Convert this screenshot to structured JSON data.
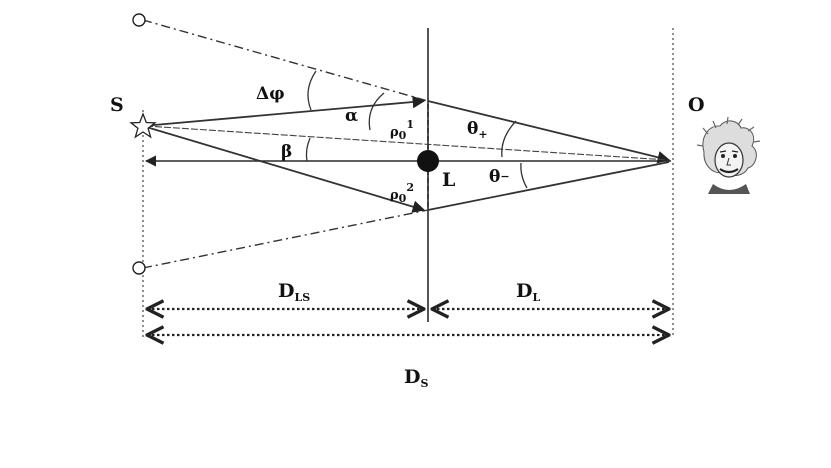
{
  "labels": {
    "source": "S",
    "observer": "O",
    "lens": "L",
    "delta_phi": "Δφ",
    "alpha": "α",
    "beta": "β",
    "theta_plus": "θ",
    "theta_plus_sub": "+",
    "theta_minus": "θ",
    "theta_minus_sub": "−",
    "rho1": "ρ",
    "rho1_sub": "0",
    "rho1_sup": "1",
    "rho2": "ρ",
    "rho2_sub": "0",
    "rho2_sup": "2",
    "d_ls": "D",
    "d_ls_sub": "LS",
    "d_l": "D",
    "d_l_sub": "L",
    "d_s": "D",
    "d_s_sub": "S"
  },
  "icons": {
    "source": "star-icon",
    "lens": "lens-mass-icon",
    "observer": "observer-portrait-icon",
    "image": "image-circle-icon"
  },
  "colors": {
    "ink": "#222222",
    "background": "#ffffff"
  }
}
